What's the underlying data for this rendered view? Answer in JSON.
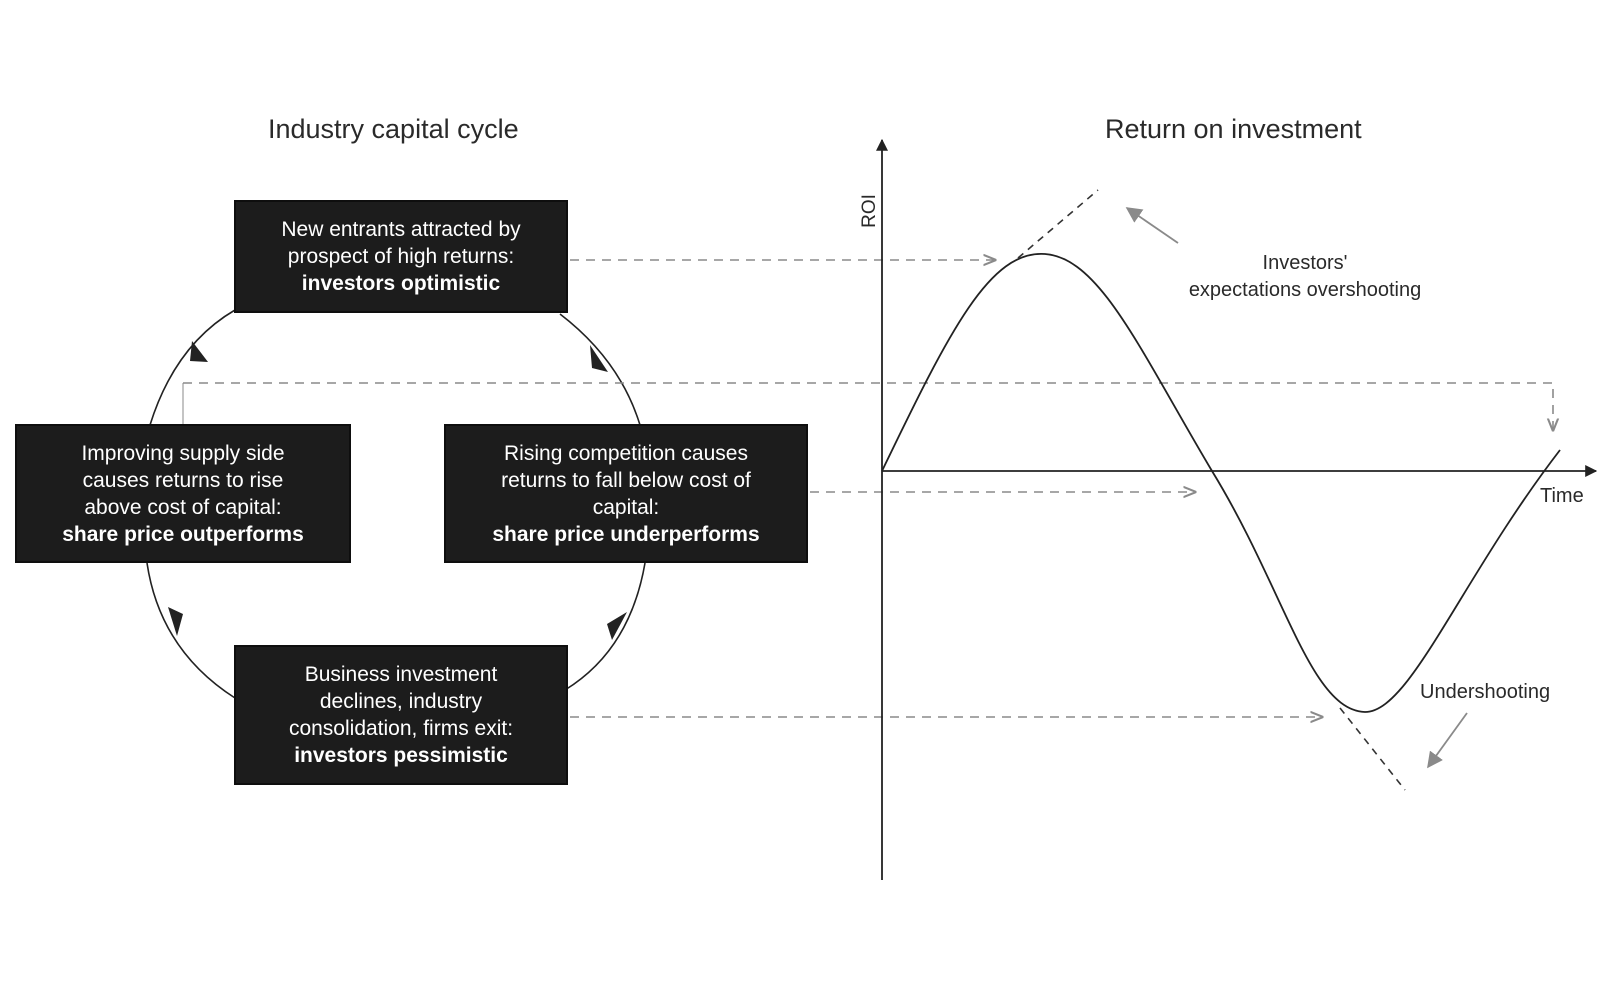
{
  "diagram": {
    "left_title": "Industry capital cycle",
    "right_title": "Return on investment",
    "boxes": {
      "top": {
        "lines": [
          "New entrants attracted by",
          "prospect of high returns:"
        ],
        "bold": "investors optimistic"
      },
      "right": {
        "lines": [
          "Rising competition causes",
          "returns to fall below cost of",
          "capital:"
        ],
        "bold": "share price underperforms"
      },
      "bottom": {
        "lines": [
          "Business investment",
          "declines, industry",
          "consolidation, firms exit:"
        ],
        "bold": "investors pessimistic"
      },
      "left": {
        "lines": [
          "Improving supply side",
          "causes returns to rise",
          "above cost of capital:"
        ],
        "bold": "share price outperforms"
      }
    },
    "axes": {
      "y_label": "ROI",
      "x_label": "Time"
    },
    "annotations": {
      "overshoot": [
        "Investors'",
        "expectations overshooting"
      ],
      "undershoot": "Undershooting"
    },
    "colors": {
      "box_fill": "#1c1c1c",
      "box_text": "#ffffff",
      "line": "#222222",
      "dashed": "#8a8a8a"
    }
  }
}
